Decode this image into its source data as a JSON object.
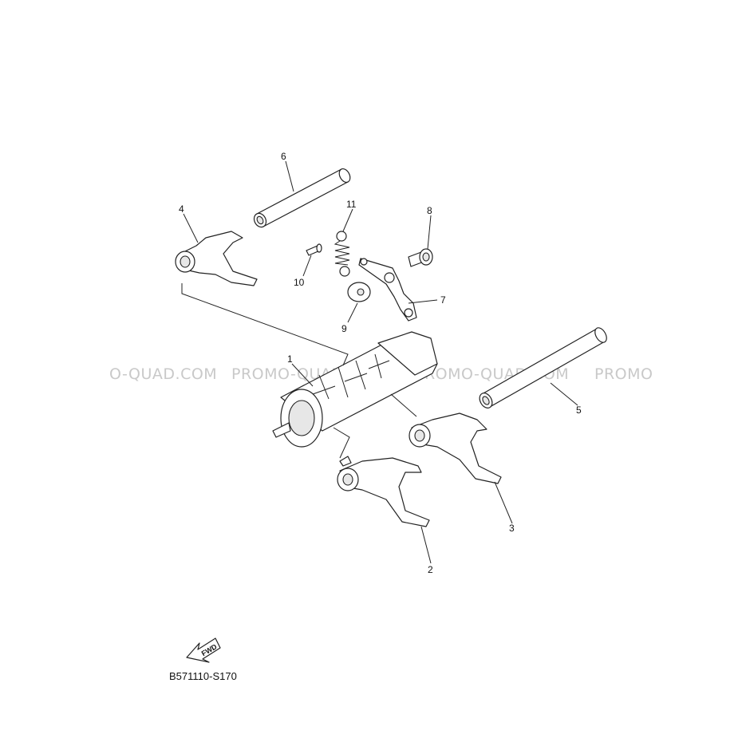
{
  "diagram": {
    "code": "B571110-S170",
    "fwd_label": "FWD",
    "watermarks": [
      "O-QUAD.COM",
      "PROMO-QUAD.COM",
      "PROMO-QUAD.COM",
      "PROMO"
    ],
    "callouts": [
      "1",
      "2",
      "3",
      "4",
      "5",
      "6",
      "7",
      "8",
      "9",
      "10",
      "11"
    ]
  }
}
